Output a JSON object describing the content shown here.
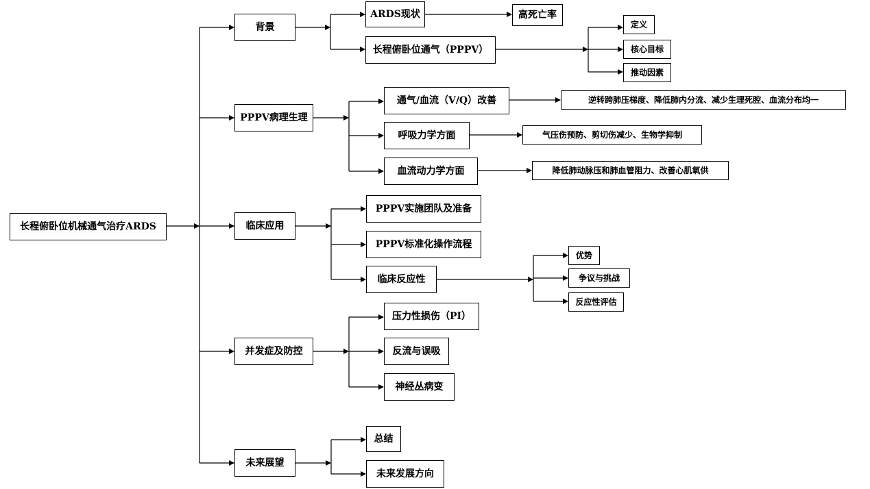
{
  "root": "长程俯卧位机械通气治疗ARDS",
  "background": {
    "label": "背景",
    "ards_status": "ARDS现状",
    "high_mortality": "高死亡率",
    "pppv": "长程俯卧位通气（PPPV）",
    "definition": "定义",
    "core_goal": "核心目标",
    "drivers": "推动因素"
  },
  "pathophysiology": {
    "label": "PPPV病理生理",
    "vq": "通气/血流（V/Q）改善",
    "vq_detail": "逆转跨肺压梯度、降低肺内分流、减少生理死腔、血流分布均一",
    "respiratory": "呼吸力学方面",
    "respiratory_detail": "气压伤预防、剪切伤减少、生物学抑制",
    "hemodynamic": "血流动力学方面",
    "hemodynamic_detail": "降低肺动脉压和肺血管阻力、改善心肌氧供"
  },
  "clinical": {
    "label": "临床应用",
    "team": "PPPV实施团队及准备",
    "sop": "PPPV标准化操作流程",
    "response": "临床反应性",
    "advantage": "优势",
    "controversy": "争议与挑战",
    "evaluation": "反应性评估"
  },
  "complications": {
    "label": "并发症及防控",
    "pressure_injury": "压力性损伤（PI）",
    "reflux": "反流与误吸",
    "plexopathy": "神经丛病变"
  },
  "outlook": {
    "label": "未来展望",
    "summary": "总结",
    "future": "未来发展方向"
  }
}
